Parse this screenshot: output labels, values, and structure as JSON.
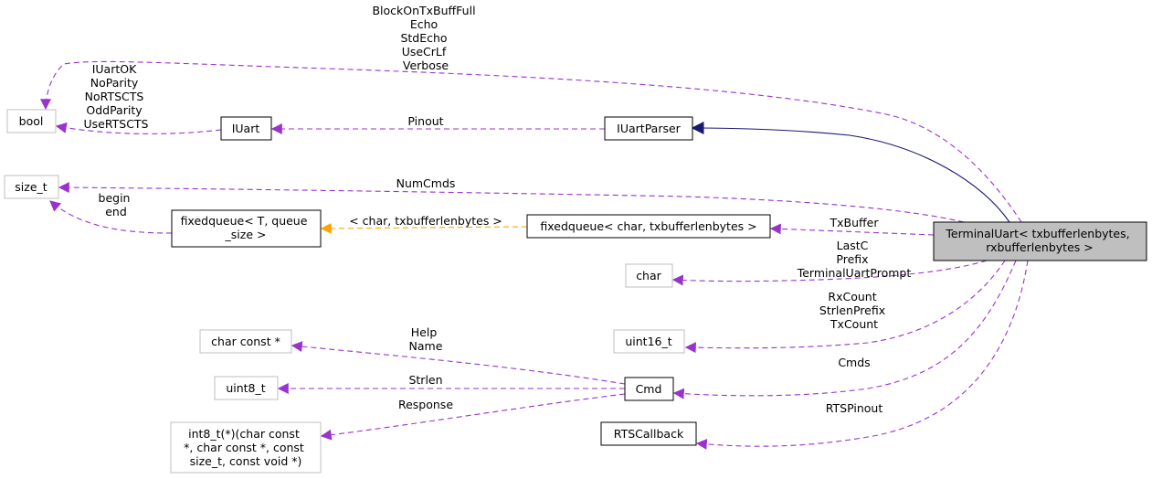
{
  "colors": {
    "usage_edge": "#9a32cd",
    "inherit_edge": "#191970",
    "template_edge": "#ffa500",
    "focus_fill": "#bfbfbf",
    "external_border": "#bfbfbf",
    "node_border": "#000000"
  },
  "nodes": {
    "terminal_uart": [
      "TerminalUart< txbufferlenbytes,",
      "rxbufferlenbytes >"
    ],
    "iuartparser": [
      "IUartParser"
    ],
    "iuart": [
      "IUart"
    ],
    "bool": [
      "bool"
    ],
    "size_t": [
      "size_t"
    ],
    "fixedqueue_t": [
      "fixedqueue< T, queue",
      "_size >"
    ],
    "fixedqueue_char": [
      "fixedqueue< char, txbufferlenbytes >"
    ],
    "char": [
      "char"
    ],
    "uint16_t": [
      "uint16_t"
    ],
    "char_const_ptr": [
      "char const *"
    ],
    "uint8_t": [
      "uint8_t"
    ],
    "cmd": [
      "Cmd"
    ],
    "int8_fn": [
      "int8_t(*)(char const",
      " *, char const *, const",
      " size_t, const void *)"
    ],
    "rtscallback": [
      "RTSCallback"
    ]
  },
  "edge_labels": {
    "bool_from_terminal": [
      "BlockOnTxBuffFull",
      "Echo",
      "StdEcho",
      "UseCrLf",
      "Verbose"
    ],
    "bool_from_iuart": [
      "IUartOK",
      "NoParity",
      "NoRTSCTS",
      "OddParity",
      "UseRTSCTS"
    ],
    "pinout": [
      "Pinout"
    ],
    "numcmds": [
      "NumCmds"
    ],
    "begin_end": [
      "begin",
      "end"
    ],
    "template_args": [
      "< char, txbufferlenbytes >"
    ],
    "txbuffer": [
      "TxBuffer"
    ],
    "char_members": [
      "LastC",
      "Prefix",
      "TerminalUartPrompt"
    ],
    "uint16_members": [
      "RxCount",
      "StrlenPrefix",
      "TxCount"
    ],
    "cmds": [
      "Cmds"
    ],
    "help_name": [
      "Help",
      "Name"
    ],
    "strlen": [
      "Strlen"
    ],
    "response": [
      "Response"
    ],
    "rtspinout": [
      "RTSPinout"
    ]
  }
}
